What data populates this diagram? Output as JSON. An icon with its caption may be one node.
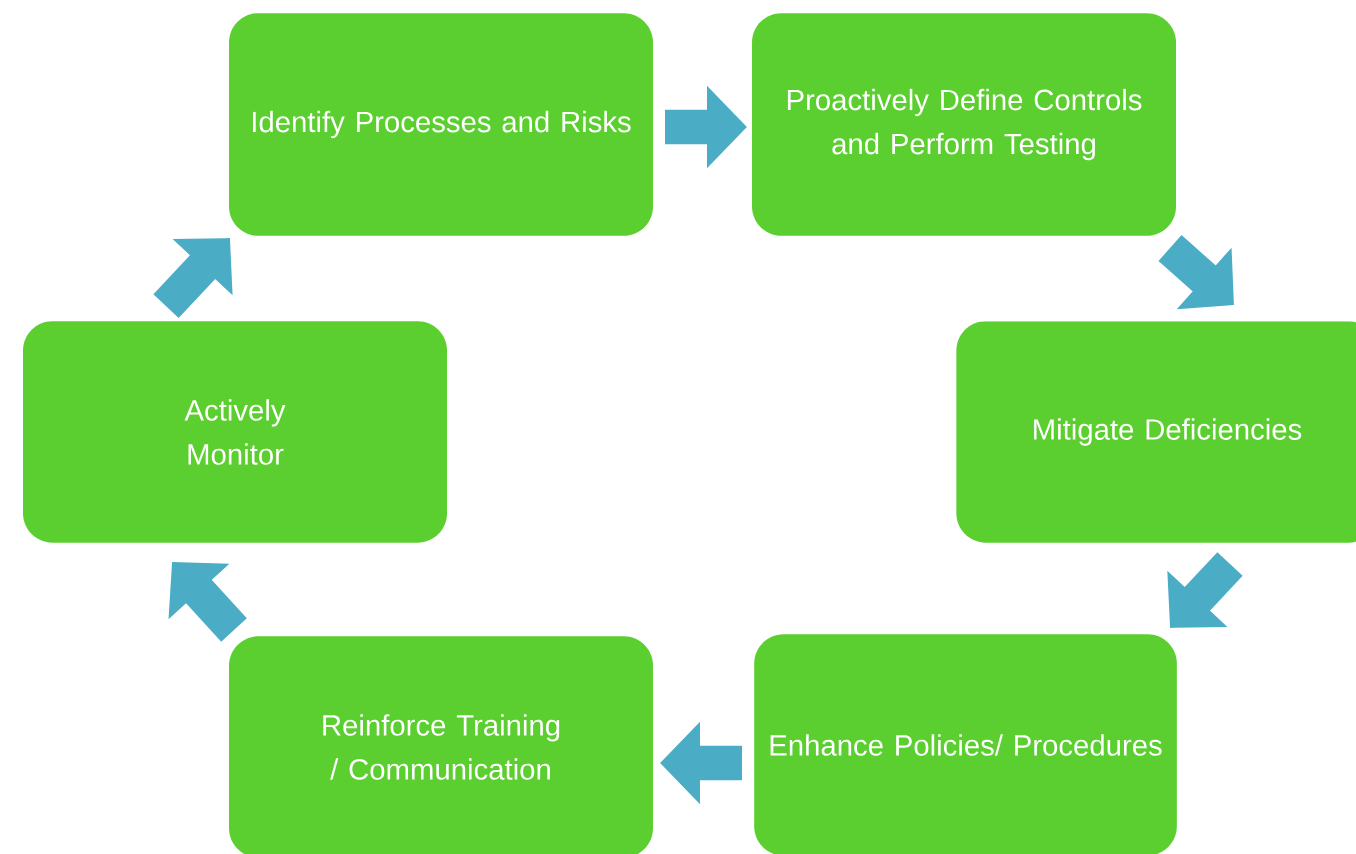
{
  "diagram": {
    "nodes": [
      {
        "text": [
          "Identify Processes and Risks"
        ]
      },
      {
        "text": [
          "Proactively Define Controls and Perform Testing"
        ]
      },
      {
        "text": [
          "Mitigate Deficiencies"
        ]
      },
      {
        "text": [
          "Enhance Policies/ Procedures"
        ]
      },
      {
        "text": [
          "Reinforce Training / Communication"
        ]
      },
      {
        "text": [
          "Actively Monitor"
        ]
      }
    ],
    "edges": [
      {
        "from": 0,
        "to": 1,
        "arrow": "to"
      },
      {
        "from": 1,
        "to": 2,
        "arrow": "to"
      },
      {
        "from": 2,
        "to": 3,
        "arrow": "to"
      },
      {
        "from": 3,
        "to": 4,
        "arrow": "to"
      },
      {
        "from": 4,
        "to": 5,
        "arrow": "to"
      },
      {
        "from": 5,
        "to": 0,
        "arrow": "to"
      }
    ]
  }
}
